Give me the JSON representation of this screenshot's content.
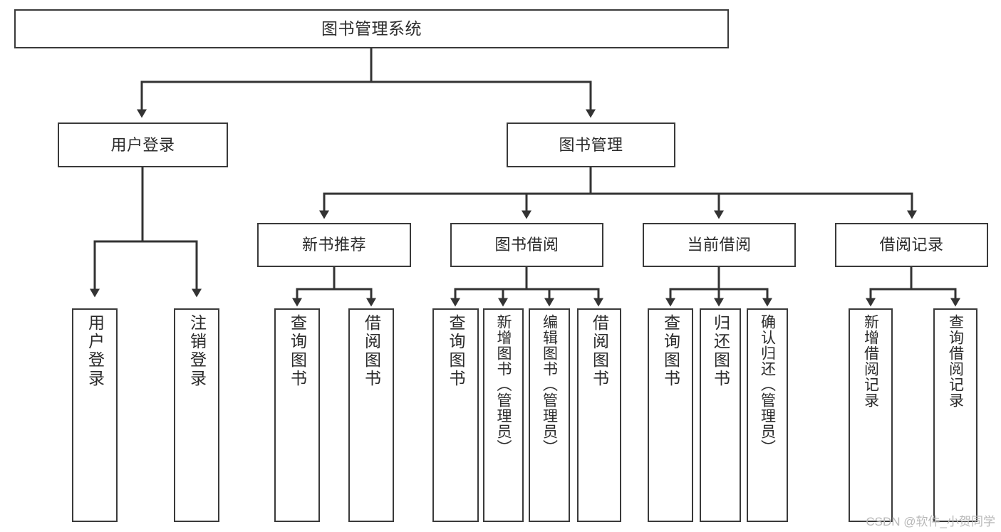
{
  "diagram": {
    "type": "tree",
    "title": "图书管理系统",
    "orientation": "top-down",
    "colors": {
      "background": "#ffffff",
      "node_border": "#3a3a3a",
      "node_fill": "#ffffff",
      "connector": "#333333",
      "text": "#2b2b2b",
      "watermark": "#b9b9b9"
    }
  },
  "root": {
    "label": "图书管理系统"
  },
  "level2": [
    {
      "label": "用户登录"
    },
    {
      "label": "图书管理"
    }
  ],
  "level3": [
    {
      "label": "新书推荐"
    },
    {
      "label": "图书借阅"
    },
    {
      "label": "当前借阅"
    },
    {
      "label": "借阅记录"
    }
  ],
  "leaves": {
    "user_login": [
      {
        "label": "用户登录"
      },
      {
        "label": "注销登录"
      }
    ],
    "new_book": [
      {
        "label": "查询图书"
      },
      {
        "label": "借阅图书"
      }
    ],
    "borrow_book": [
      {
        "label": "查询图书"
      },
      {
        "label": "新增图书（管理员）"
      },
      {
        "label": "编辑图书（管理员）"
      },
      {
        "label": "借阅图书"
      }
    ],
    "current_borrow": [
      {
        "label": "查询图书"
      },
      {
        "label": "归还图书"
      },
      {
        "label": "确认归还（管理员）"
      }
    ],
    "borrow_record": [
      {
        "label": "新增借阅记录"
      },
      {
        "label": "查询借阅记录"
      }
    ]
  },
  "watermark": {
    "text": "CSDN @软件_小贺同学"
  }
}
